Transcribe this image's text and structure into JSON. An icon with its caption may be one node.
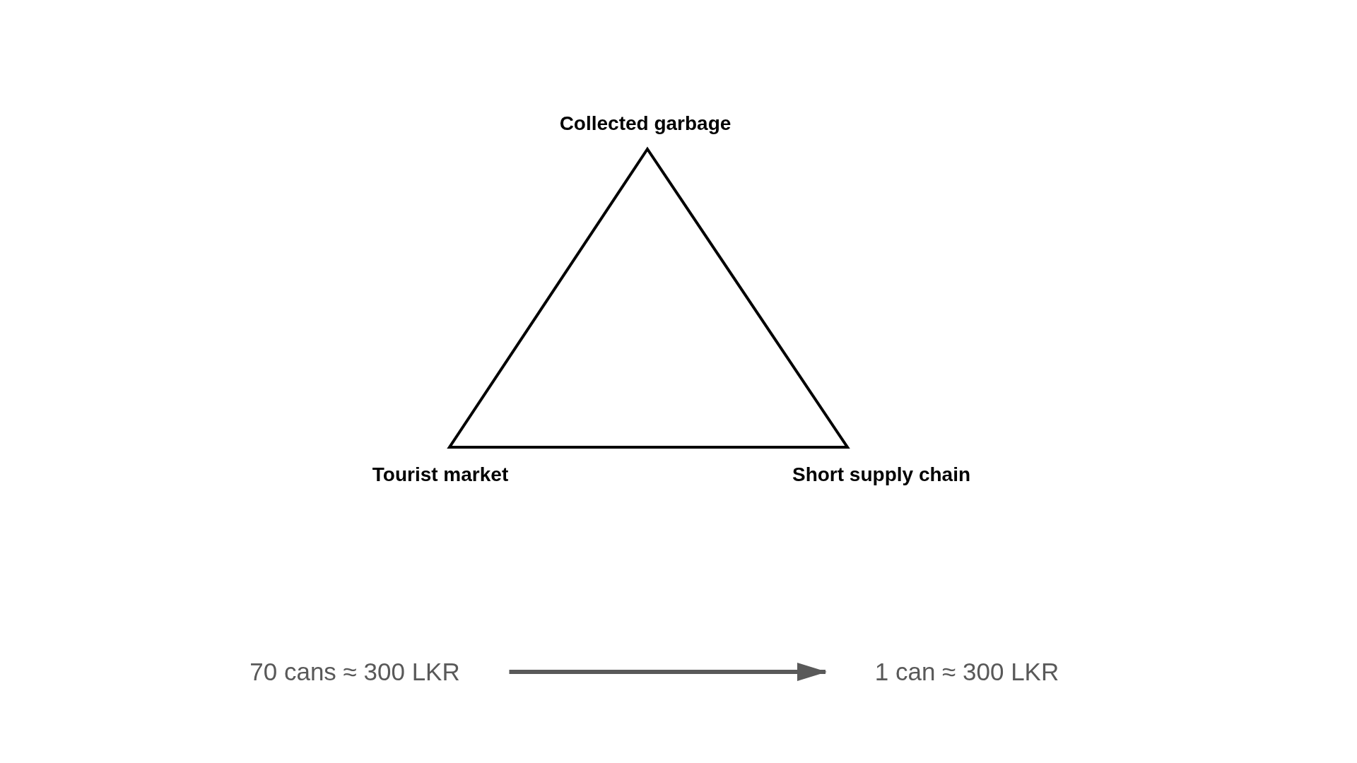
{
  "diagram": {
    "nodes": [
      {
        "text": [
          "70 cans ≈ 300 LKR"
        ]
      },
      {
        "text": [
          "1 can ≈ 300 LKR"
        ]
      }
    ],
    "edges": [
      {
        "from": 0,
        "to": 1,
        "arrow": "to"
      }
    ],
    "labels": [
      "Collected garbage",
      "Tourist market",
      "Short supply chain"
    ]
  }
}
